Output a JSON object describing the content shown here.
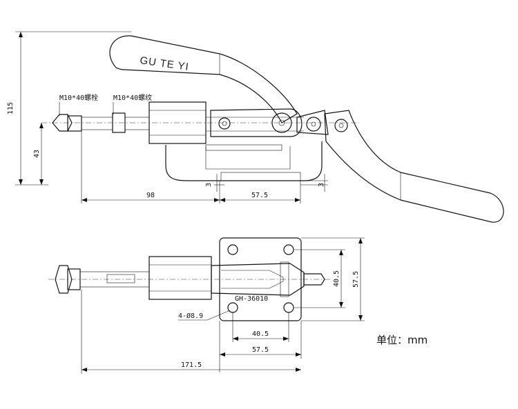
{
  "brand": "GU TE YI",
  "model": "GH-36010",
  "labels": {
    "bolt": "M10*40螺栓",
    "thread": "M10*40螺纹",
    "holes": "4-Ø8.9",
    "unit": "单位：mm"
  },
  "dims": {
    "height_total": "115",
    "height_axis": "43",
    "gap_left": "3",
    "gap_right": "3",
    "len_98": "98",
    "len_57_5": "57.5",
    "side_40_5": "40.5",
    "side_57_5": "57.5",
    "bot_40_5": "40.5",
    "bot_57_5": "57.5",
    "len_171_5": "171.5"
  }
}
